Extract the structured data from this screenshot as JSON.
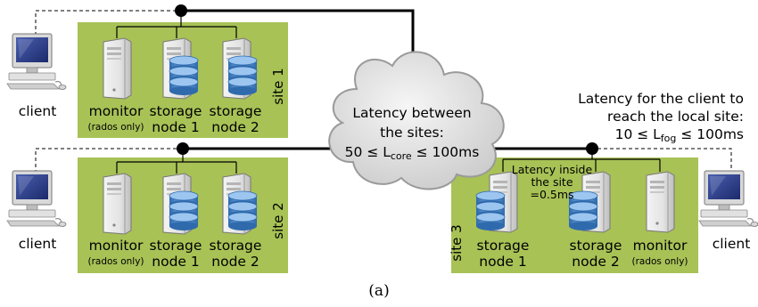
{
  "sites": [
    {
      "tag": "site 1",
      "nodes": [
        {
          "kind": "monitor",
          "line1": "monitor",
          "line2": "(rados only)"
        },
        {
          "kind": "storage",
          "line1": "storage",
          "line2": "node 1"
        },
        {
          "kind": "storage",
          "line1": "storage",
          "line2": "node 2"
        }
      ],
      "client": "client"
    },
    {
      "tag": "site 2",
      "nodes": [
        {
          "kind": "monitor",
          "line1": "monitor",
          "line2": "(rados only)"
        },
        {
          "kind": "storage",
          "line1": "storage",
          "line2": "node 1"
        },
        {
          "kind": "storage",
          "line1": "storage",
          "line2": "node 2"
        }
      ],
      "client": "client"
    },
    {
      "tag": "site 3",
      "nodes": [
        {
          "kind": "storage",
          "line1": "storage",
          "line2": "node 1"
        },
        {
          "kind": "storage",
          "line1": "storage",
          "line2": "node 2"
        },
        {
          "kind": "monitor",
          "line1": "monitor",
          "line2": "(rados only)"
        }
      ],
      "client": "client"
    }
  ],
  "cloud": {
    "line1": "Latency between",
    "line2": "the sites:",
    "core_prefix": "50 ≤ L",
    "core_sub": "core",
    "core_suffix": " ≤ 100ms"
  },
  "inside_site": {
    "line1": "Latency inside",
    "line2": "the site",
    "line3": "=0.5ms"
  },
  "fog": {
    "line1": "Latency for the client to",
    "line2": "reach the local site:",
    "fog_prefix": "10 ≤ L",
    "fog_sub": "fog",
    "fog_suffix": " ≤ 100ms"
  },
  "caption": "(a)",
  "colors": {
    "site_green": "#a8c256",
    "disk_blue": "#4f86c6",
    "cloud_grey": "#dcdcdc",
    "screen_blue": "#2c3f8f"
  }
}
